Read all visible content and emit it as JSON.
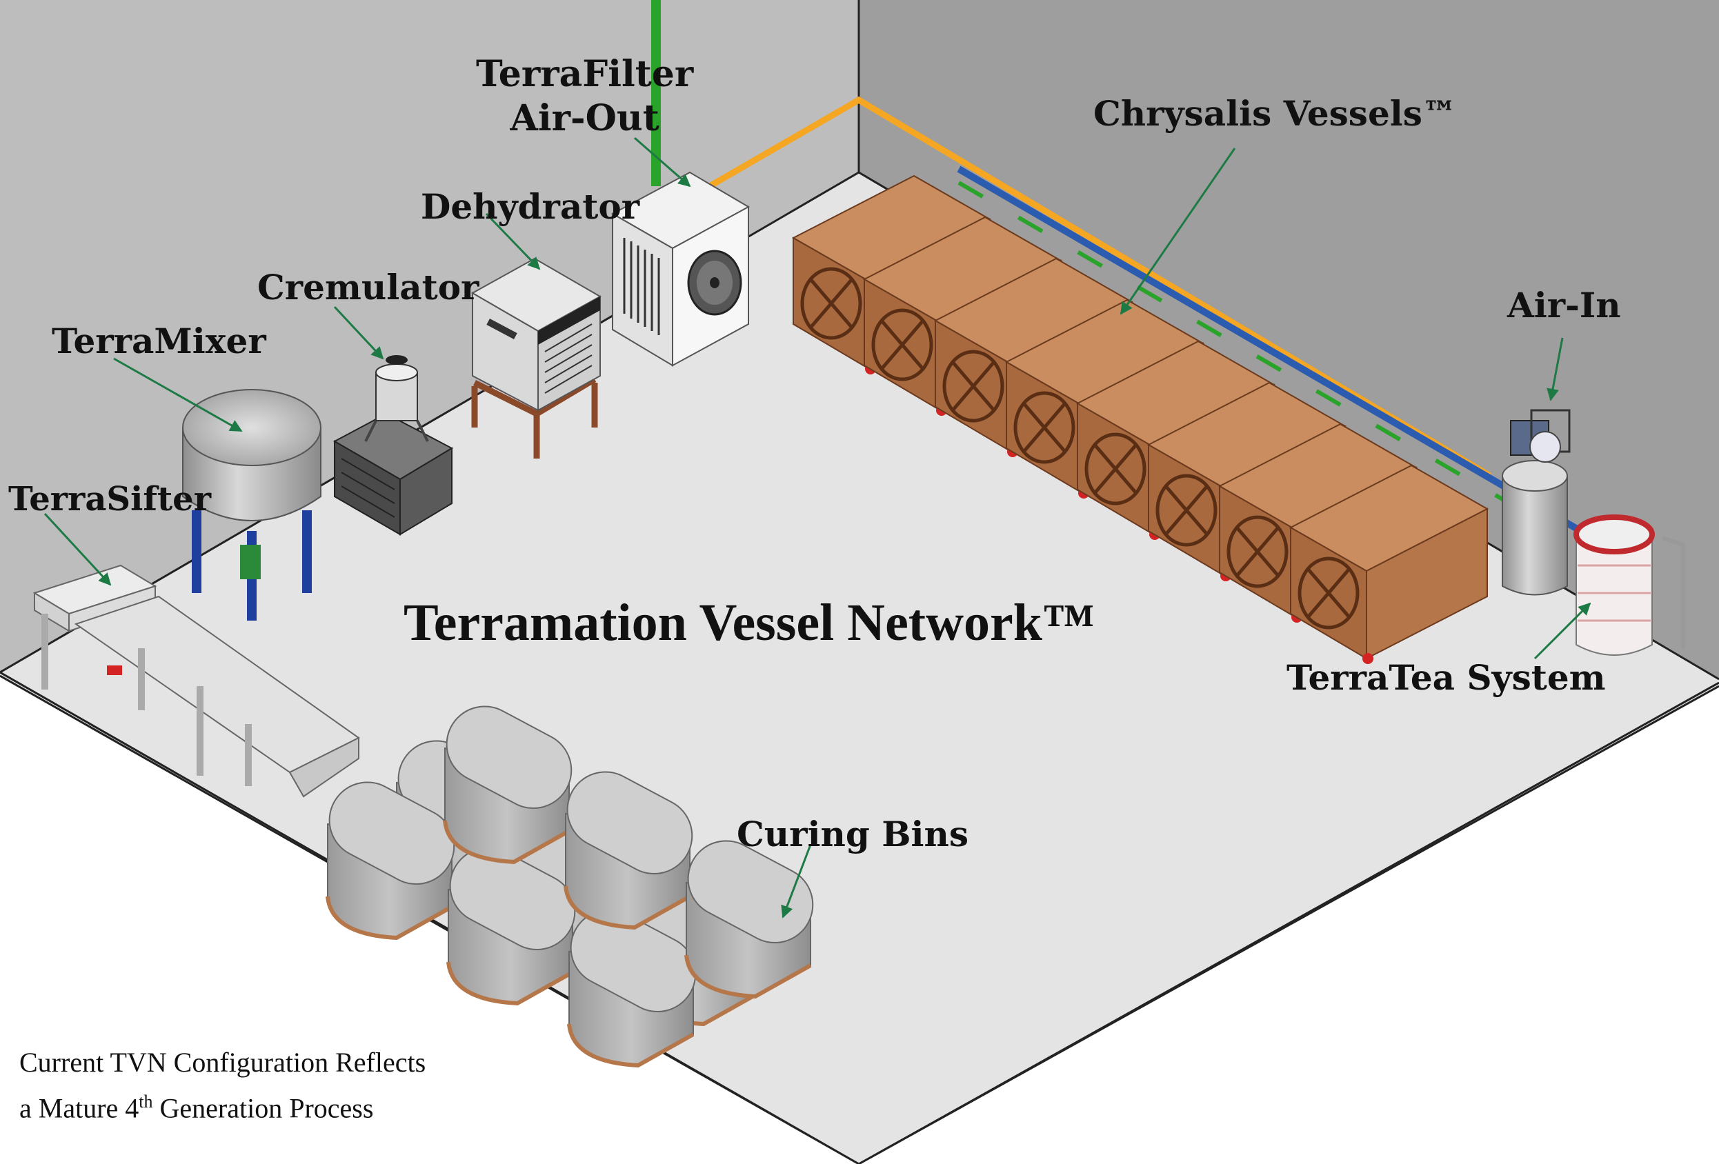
{
  "title": "Terramation Vessel Network™",
  "labels": {
    "terrafilter_line1": "TerraFilter",
    "terrafilter_line2": "Air-Out",
    "dehydrator": "Dehydrator",
    "cremulator": "Cremulator",
    "terramixer": "TerraMixer",
    "terrasifter": "TerraSifter",
    "chrysalis": "Chrysalis Vessels™",
    "air_in": "Air-In",
    "terratea": "TerraTea System",
    "curing_bins": "Curing Bins"
  },
  "caption": {
    "line1": "Current TVN Configuration Reflects",
    "line2_prefix": "a Mature 4",
    "line2_sup": "th",
    "line2_suffix": " Generation Process"
  },
  "colors": {
    "wall": "#bdbdbd",
    "floor": "#e4e4e4",
    "wood": "#b5764a",
    "arrow": "#1e7a45",
    "pipe_orange": "#f5a623",
    "pipe_blue": "#2c5cb0",
    "pipe_green": "#2aa32a"
  },
  "counts": {
    "chrysalis_vessels": 8,
    "curing_bins": 9
  }
}
